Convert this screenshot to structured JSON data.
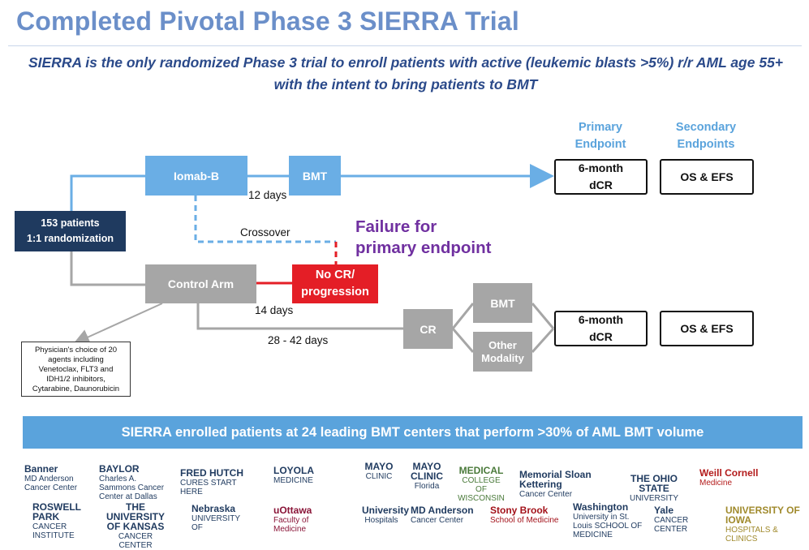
{
  "title": "Completed Pivotal Phase 3 SIERRA Trial",
  "subtitle": "SIERRA is the only randomized Phase 3 trial to enroll patients with active (leukemic blasts >5%) r/r AML age 55+ with the intent to bring patients to BMT",
  "diagram": {
    "randomization": {
      "line1": "153 patients",
      "line2": "1:1 randomization"
    },
    "iomab": "Iomab-B",
    "bmt_top": "BMT",
    "days_12": "12 days",
    "crossover": "Crossover",
    "failure_line1": "Failure for",
    "failure_line2": "primary endpoint",
    "control_arm": "Control Arm",
    "no_cr_line1": "No CR/",
    "no_cr_line2": "progression",
    "days_14": "14 days",
    "days_28_42": "28 - 42 days",
    "cr": "CR",
    "bmt_bottom": "BMT",
    "other_line1": "Other",
    "other_line2": "Modality",
    "primary_header_line1": "Primary",
    "primary_header_line2": "Endpoint",
    "secondary_header_line1": "Secondary",
    "secondary_header_line2": "Endpoints",
    "endpoint_line1": "6-month",
    "endpoint_line2": "dCR",
    "os_efs": "OS & EFS",
    "physician_choice": [
      "Physician's choice of 20",
      "agents including",
      "Venetoclax, FLT3 and",
      "IDH1/2 inhibitors,",
      "Cytarabine, Daunorubicin"
    ]
  },
  "banner": "SIERRA enrolled patients at 24 leading BMT centers that perform >30% of AML BMT volume",
  "logos": {
    "row1": [
      {
        "main": "Banner",
        "sub": "MD Anderson Cancer Center"
      },
      {
        "main": "BAYLOR",
        "sub": "Charles A. Sammons Cancer Center at Dallas"
      },
      {
        "main": "FRED HUTCH",
        "sub": "CURES START HERE"
      },
      {
        "main": "LOYOLA",
        "sub": "MEDICINE"
      },
      {
        "main": "MAYO",
        "sub": "CLINIC"
      },
      {
        "main": "MAYO CLINIC",
        "sub": "Florida"
      },
      {
        "main": "MEDICAL",
        "sub": "COLLEGE OF WISCONSIN"
      },
      {
        "main": "Memorial Sloan Kettering",
        "sub": "Cancer Center"
      },
      {
        "main": "THE OHIO STATE",
        "sub": "UNIVERSITY"
      },
      {
        "main": "Weill Cornell",
        "sub": "Medicine"
      }
    ],
    "row2": [
      {
        "main": "ROSWELL PARK",
        "sub": "CANCER INSTITUTE"
      },
      {
        "main": "THE UNIVERSITY OF KANSAS",
        "sub": "CANCER CENTER"
      },
      {
        "main": "Nebraska",
        "sub": "UNIVERSITY OF"
      },
      {
        "main": "uOttawa",
        "sub": "Faculty of Medicine"
      },
      {
        "main": "University",
        "sub": "Hospitals"
      },
      {
        "main": "MD Anderson",
        "sub": "Cancer Center"
      },
      {
        "main": "Stony Brook",
        "sub": "School of Medicine"
      },
      {
        "main": "Washington",
        "sub": "University in St. Louis SCHOOL OF MEDICINE"
      },
      {
        "main": "Yale",
        "sub": "CANCER CENTER"
      },
      {
        "main": "UNIVERSITY OF IOWA",
        "sub": "HOSPITALS & CLINICS"
      }
    ]
  },
  "colors": {
    "title": "#6b8fc9",
    "subtitle": "#2b4a8a",
    "arm_blue": "#6aaee5",
    "arm_grey": "#a6a6a6",
    "navy": "#1f3a5f",
    "red": "#e41e26",
    "purple": "#7030a0",
    "banner": "#5aa3dc"
  }
}
